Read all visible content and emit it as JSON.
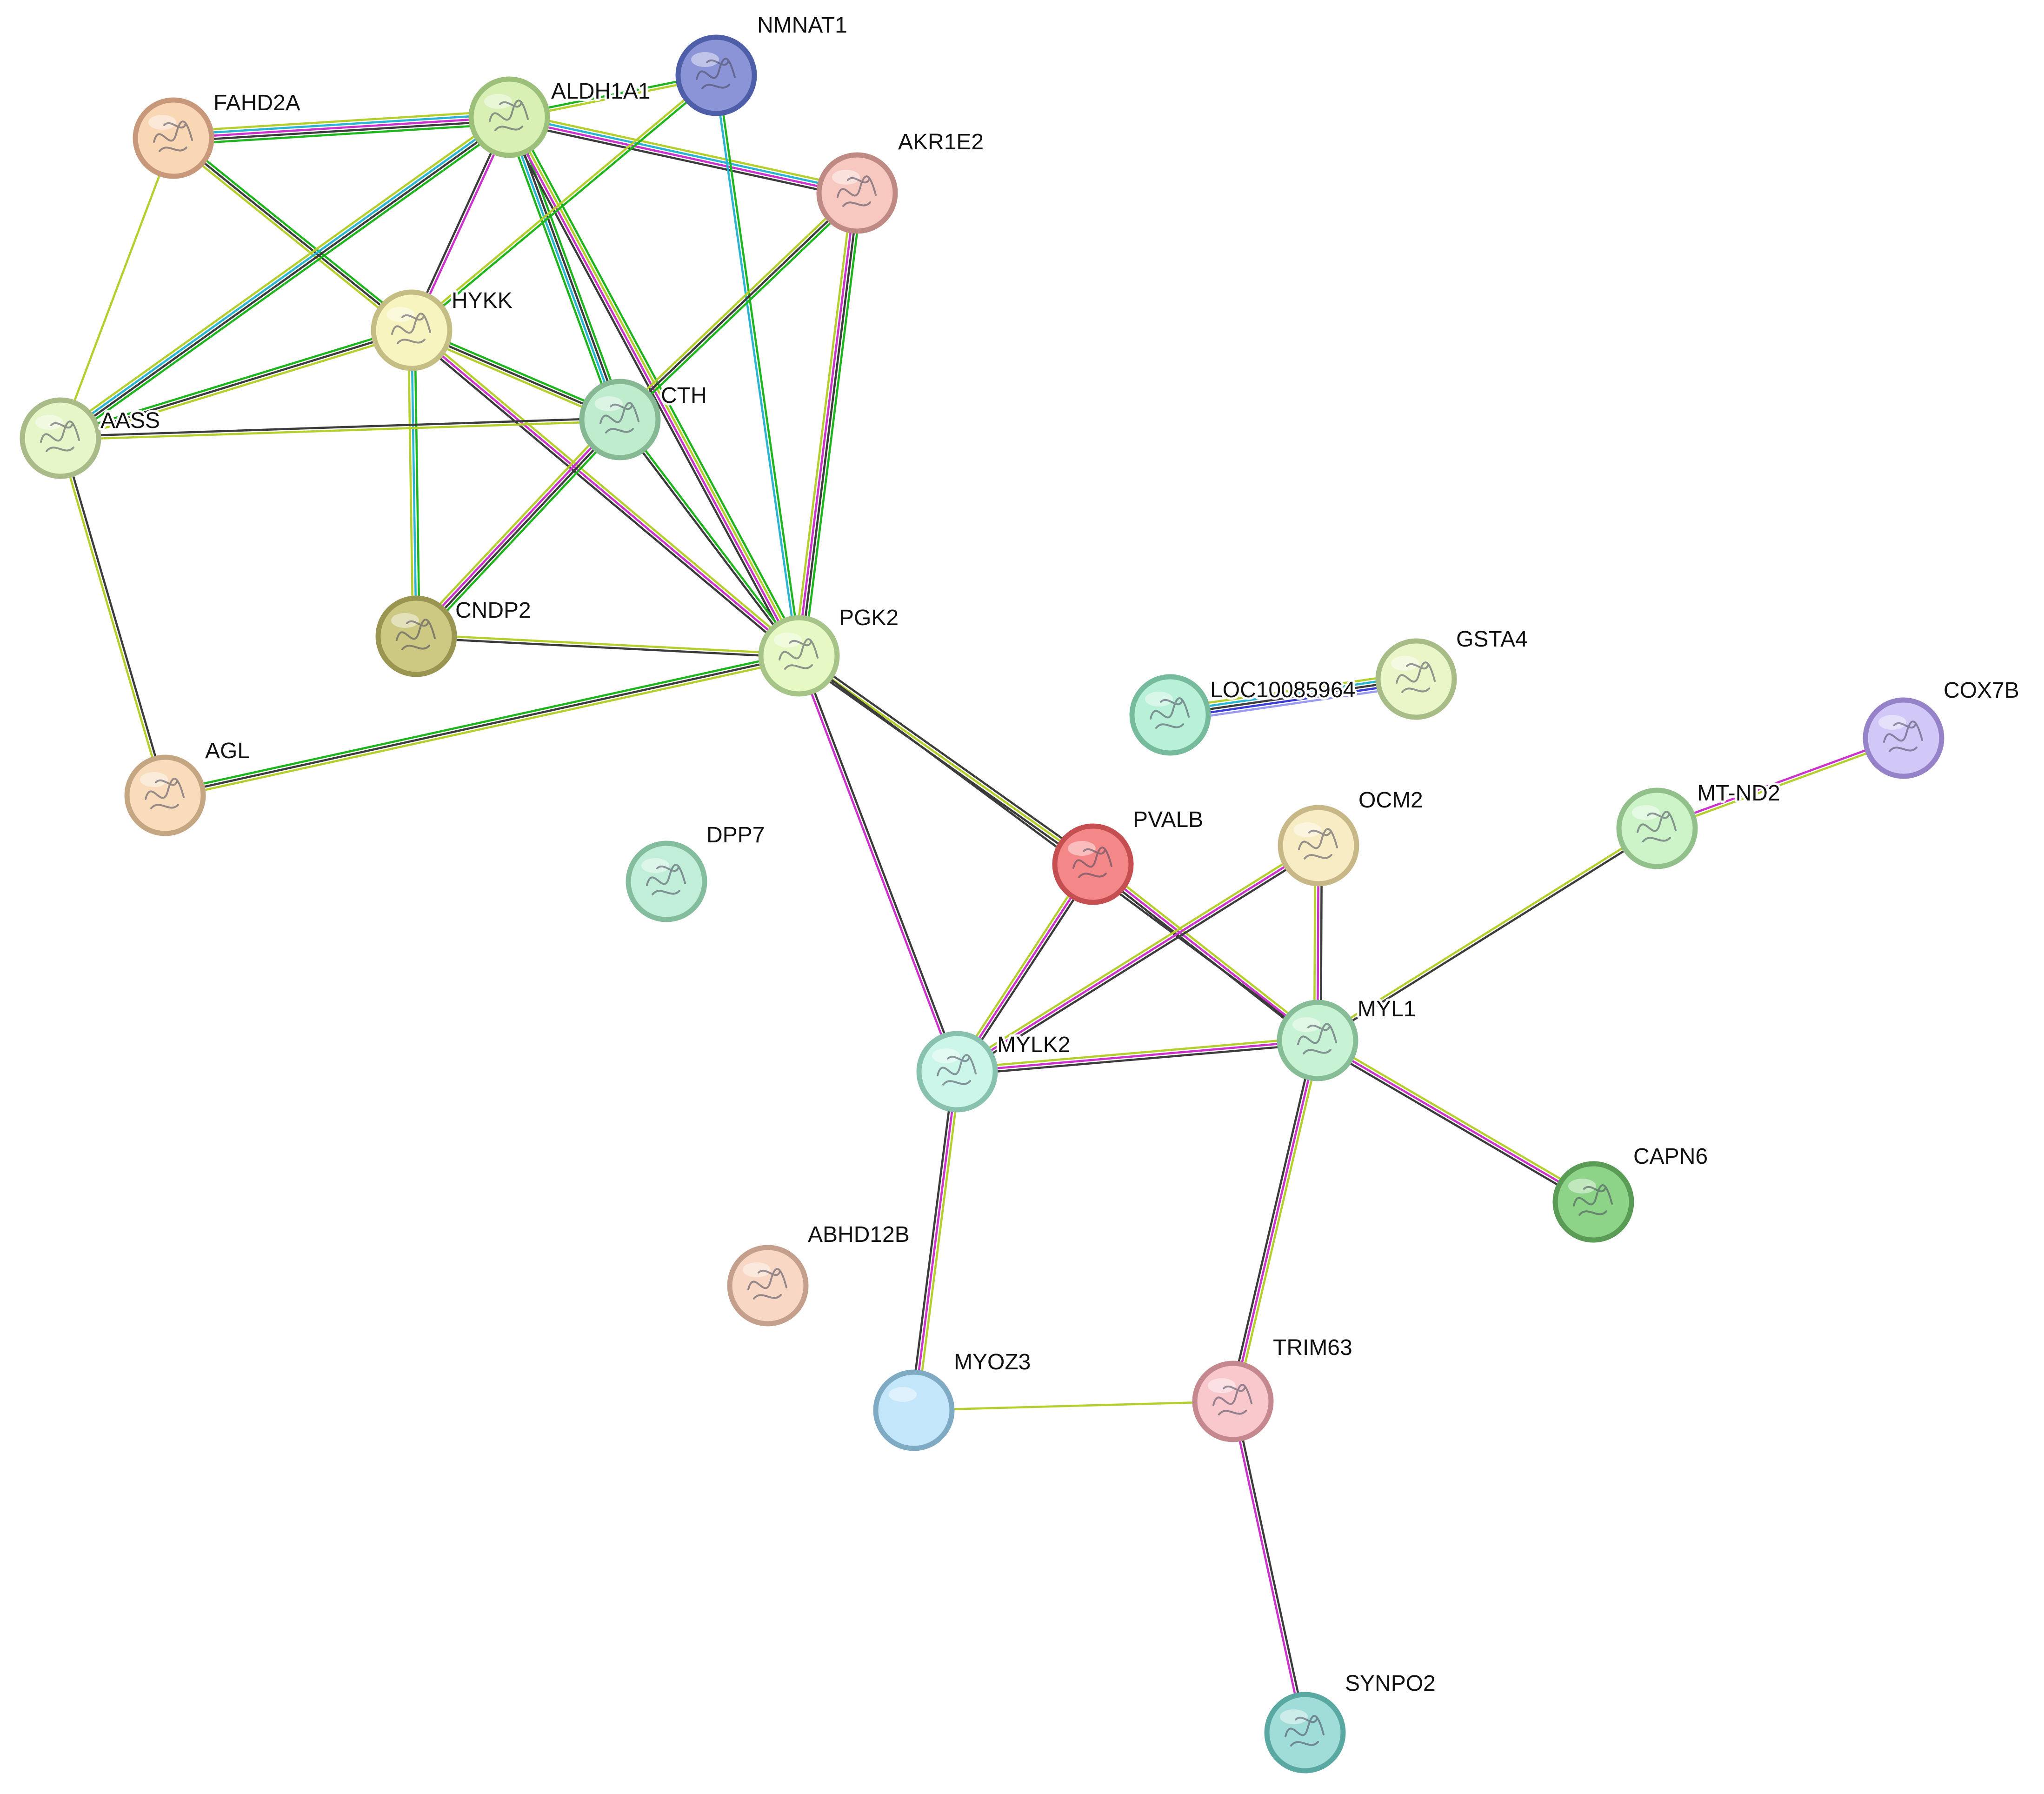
{
  "network": {
    "nodes": [
      {
        "id": "NMNAT1",
        "label": "NMNAT1",
        "fill": "#8c94d8",
        "ring": "#4f5ea8",
        "icon": "protein-structure-icon"
      },
      {
        "id": "ALDH1A1",
        "label": "ALDH1A1",
        "fill": "#d8f0b4",
        "ring": "#9cbf7a",
        "icon": "protein-structure-icon"
      },
      {
        "id": "FAHD2A",
        "label": "FAHD2A",
        "fill": "#f9d6b4",
        "ring": "#c8987a",
        "icon": "protein-structure-icon"
      },
      {
        "id": "AKR1E2",
        "label": "AKR1E2",
        "fill": "#f6c8c0",
        "ring": "#c08a84",
        "icon": "protein-structure-icon"
      },
      {
        "id": "HYKK",
        "label": "HYKK",
        "fill": "#f8f4c0",
        "ring": "#c4be84",
        "icon": "protein-structure-icon"
      },
      {
        "id": "CTH",
        "label": "CTH",
        "fill": "#bfeccd",
        "ring": "#86b894",
        "icon": "protein-structure-icon"
      },
      {
        "id": "AASS",
        "label": "AASS",
        "fill": "#e6f6c8",
        "ring": "#a8bb88",
        "icon": "protein-structure-icon"
      },
      {
        "id": "CNDP2",
        "label": "CNDP2",
        "fill": "#cdc882",
        "ring": "#9a9550",
        "icon": "protein-structure-icon"
      },
      {
        "id": "PGK2",
        "label": "PGK2",
        "fill": "#e6f8c4",
        "ring": "#a6c488",
        "icon": "protein-structure-icon"
      },
      {
        "id": "AGL",
        "label": "AGL",
        "fill": "#f8dcbc",
        "ring": "#c4a682",
        "icon": "protein-structure-icon"
      },
      {
        "id": "LOC100859645",
        "label": "LOC10085964",
        "fill": "#b8f0d8",
        "ring": "#76bc9c",
        "icon": "protein-structure-icon"
      },
      {
        "id": "GSTA4",
        "label": "GSTA4",
        "fill": "#eaf6c8",
        "ring": "#a8bc88",
        "icon": "protein-structure-icon"
      },
      {
        "id": "COX7B",
        "label": "COX7B",
        "fill": "#d2c8f8",
        "ring": "#9582c8",
        "icon": "protein-structure-icon"
      },
      {
        "id": "DPP7",
        "label": "DPP7",
        "fill": "#c0eed8",
        "ring": "#84bc9e",
        "icon": "protein-structure-icon"
      },
      {
        "id": "PVALB",
        "label": "PVALB",
        "fill": "#f48888",
        "ring": "#c44e50",
        "icon": "protein-structure-icon"
      },
      {
        "id": "OCM2",
        "label": "OCM2",
        "fill": "#f8ecc4",
        "ring": "#c8b888",
        "icon": "protein-structure-icon"
      },
      {
        "id": "MT-ND2",
        "label": "MT-ND2",
        "fill": "#cdf4c8",
        "ring": "#92c08a",
        "icon": "protein-structure-icon"
      },
      {
        "id": "MYL1",
        "label": "MYL1",
        "fill": "#c8f2d4",
        "ring": "#86bc96",
        "icon": "protein-structure-icon"
      },
      {
        "id": "MYLK2",
        "label": "MYLK2",
        "fill": "#cdf6ea",
        "ring": "#88c2ae",
        "icon": "protein-structure-icon"
      },
      {
        "id": "CAPN6",
        "label": "CAPN6",
        "fill": "#8ed488",
        "ring": "#5a9c56",
        "icon": "protein-structure-icon"
      },
      {
        "id": "ABHD12B",
        "label": "ABHD12B",
        "fill": "#f8d8c4",
        "ring": "#c4a08c",
        "icon": "protein-structure-icon"
      },
      {
        "id": "MYOZ3",
        "label": "MYOZ3",
        "fill": "#c4e6fa",
        "ring": "#7eaac4",
        "icon": "empty-node"
      },
      {
        "id": "TRIM63",
        "label": "TRIM63",
        "fill": "#f8c8cc",
        "ring": "#c4888e",
        "icon": "protein-structure-icon"
      },
      {
        "id": "SYNPO2",
        "label": "SYNPO2",
        "fill": "#a0dcd8",
        "ring": "#5aa8a2",
        "icon": "protein-structure-icon"
      }
    ],
    "edges": [
      {
        "source": "FAHD2A",
        "target": "ALDH1A1",
        "colors": [
          "#b5cf2e",
          "#2bb5d3",
          "#cc33cc",
          "#3c3c3c",
          "#1fb51f"
        ]
      },
      {
        "source": "FAHD2A",
        "target": "AASS",
        "colors": [
          "#b5cf2e"
        ]
      },
      {
        "source": "FAHD2A",
        "target": "HYKK",
        "colors": [
          "#1fb51f",
          "#3c3c3c",
          "#b5cf2e"
        ]
      },
      {
        "source": "ALDH1A1",
        "target": "NMNAT1",
        "colors": [
          "#1fb51f",
          "#b5cf2e"
        ]
      },
      {
        "source": "ALDH1A1",
        "target": "AKR1E2",
        "colors": [
          "#b5cf2e",
          "#2bb5d3",
          "#cc33cc",
          "#3c3c3c"
        ]
      },
      {
        "source": "ALDH1A1",
        "target": "HYKK",
        "colors": [
          "#cc33cc",
          "#3c3c3c"
        ]
      },
      {
        "source": "ALDH1A1",
        "target": "CTH",
        "colors": [
          "#1fb51f",
          "#3c3c3c",
          "#2bb5d3",
          "#1fb51f"
        ]
      },
      {
        "source": "ALDH1A1",
        "target": "AASS",
        "colors": [
          "#1fb51f",
          "#3c3c3c",
          "#2bb5d3",
          "#b5cf2e"
        ]
      },
      {
        "source": "ALDH1A1",
        "target": "PGK2",
        "colors": [
          "#1fb51f",
          "#b5cf2e",
          "#cc33cc",
          "#3c3c3c"
        ]
      },
      {
        "source": "NMNAT1",
        "target": "HYKK",
        "colors": [
          "#1fb51f",
          "#b5cf2e"
        ]
      },
      {
        "source": "NMNAT1",
        "target": "PGK2",
        "colors": [
          "#1fb51f",
          "#2bb5d3"
        ]
      },
      {
        "source": "AKR1E2",
        "target": "CTH",
        "colors": [
          "#1fb51f",
          "#3c3c3c",
          "#b5cf2e"
        ]
      },
      {
        "source": "AKR1E2",
        "target": "PGK2",
        "colors": [
          "#1fb51f",
          "#3c3c3c",
          "#cc33cc",
          "#b5cf2e"
        ]
      },
      {
        "source": "HYKK",
        "target": "AASS",
        "colors": [
          "#b5cf2e",
          "#3c3c3c",
          "#1fb51f"
        ]
      },
      {
        "source": "HYKK",
        "target": "CTH",
        "colors": [
          "#1fb51f",
          "#3c3c3c",
          "#b5cf2e"
        ]
      },
      {
        "source": "HYKK",
        "target": "CNDP2",
        "colors": [
          "#1fb51f",
          "#2bb5d3",
          "#b5cf2e"
        ]
      },
      {
        "source": "HYKK",
        "target": "PGK2",
        "colors": [
          "#b5cf2e",
          "#cc33cc",
          "#3c3c3c"
        ]
      },
      {
        "source": "CTH",
        "target": "AASS",
        "colors": [
          "#b5cf2e",
          "#3c3c3c"
        ]
      },
      {
        "source": "CTH",
        "target": "CNDP2",
        "colors": [
          "#1fb51f",
          "#3c3c3c",
          "#cc33cc",
          "#b5cf2e"
        ]
      },
      {
        "source": "CTH",
        "target": "PGK2",
        "colors": [
          "#1fb51f",
          "#3c3c3c"
        ]
      },
      {
        "source": "AASS",
        "target": "AGL",
        "colors": [
          "#3c3c3c",
          "#b5cf2e"
        ]
      },
      {
        "source": "CNDP2",
        "target": "PGK2",
        "colors": [
          "#b5cf2e",
          "#3c3c3c"
        ]
      },
      {
        "source": "PGK2",
        "target": "AGL",
        "colors": [
          "#b5cf2e",
          "#3c3c3c",
          "#1fb51f"
        ]
      },
      {
        "source": "PGK2",
        "target": "PVALB",
        "colors": [
          "#3c3c3c",
          "#b5cf2e",
          "#3c3c3c"
        ]
      },
      {
        "source": "PGK2",
        "target": "MYL1",
        "colors": [
          "#3c3c3c"
        ]
      },
      {
        "source": "PGK2",
        "target": "MYLK2",
        "colors": [
          "#3c3c3c",
          "#cc33cc"
        ]
      },
      {
        "source": "LOC100859645",
        "target": "GSTA4",
        "colors": [
          "#b5cf2e",
          "#2bb5d3",
          "#3c3c3c",
          "#3b3bd6",
          "#9a9af0"
        ]
      },
      {
        "source": "COX7B",
        "target": "MT-ND2",
        "colors": [
          "#b5cf2e",
          "#cc33cc"
        ]
      },
      {
        "source": "MT-ND2",
        "target": "MYL1",
        "colors": [
          "#3c3c3c",
          "#b5cf2e"
        ]
      },
      {
        "source": "PVALB",
        "target": "MYL1",
        "colors": [
          "#b5cf2e",
          "#cc33cc",
          "#3c3c3c"
        ]
      },
      {
        "source": "PVALB",
        "target": "MYLK2",
        "colors": [
          "#3c3c3c",
          "#cc33cc",
          "#b5cf2e"
        ]
      },
      {
        "source": "OCM2",
        "target": "MYL1",
        "colors": [
          "#3c3c3c",
          "#cc33cc",
          "#b5cf2e"
        ]
      },
      {
        "source": "OCM2",
        "target": "MYLK2",
        "colors": [
          "#3c3c3c",
          "#cc33cc",
          "#b5cf2e"
        ]
      },
      {
        "source": "MYLK2",
        "target": "MYL1",
        "colors": [
          "#b5cf2e",
          "#cc33cc",
          "#3c3c3c"
        ]
      },
      {
        "source": "MYLK2",
        "target": "MYOZ3",
        "colors": [
          "#b5cf2e",
          "#cc33cc",
          "#3c3c3c"
        ]
      },
      {
        "source": "MYL1",
        "target": "CAPN6",
        "colors": [
          "#b5cf2e",
          "#cc33cc",
          "#3c3c3c"
        ]
      },
      {
        "source": "MYL1",
        "target": "TRIM63",
        "colors": [
          "#b5cf2e",
          "#cc33cc",
          "#3c3c3c"
        ]
      },
      {
        "source": "MYOZ3",
        "target": "TRIM63",
        "colors": [
          "#b5cf2e"
        ]
      },
      {
        "source": "TRIM63",
        "target": "SYNPO2",
        "colors": [
          "#3c3c3c",
          "#cc33cc"
        ]
      }
    ]
  }
}
